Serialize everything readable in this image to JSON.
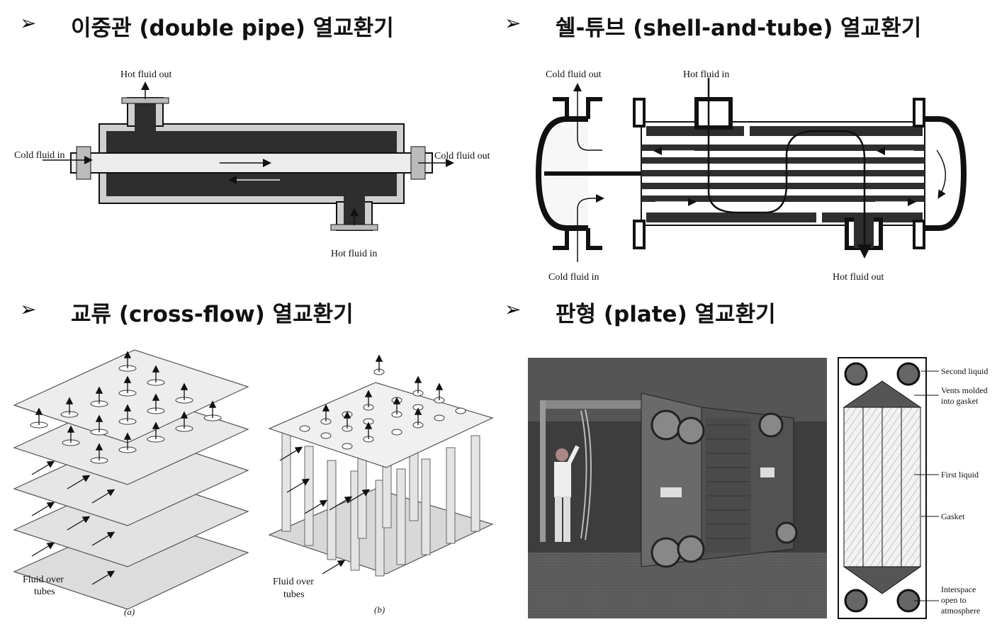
{
  "headings": {
    "double_pipe": "이중관 (double pipe) 열교환기",
    "shell_tube": "쉘-튜브 (shell-and-tube) 열교환기",
    "cross_flow": "교류 (cross-flow) 열교환기",
    "plate": "판형 (plate) 열교환기"
  },
  "bullet": "➢",
  "double_pipe": {
    "hot_out": "Hot fluid out",
    "hot_in": "Hot fluid in",
    "cold_in": "Cold fluid in",
    "cold_out": "Cold fluid out"
  },
  "shell_tube": {
    "cold_out": "Cold fluid out",
    "hot_in": "Hot fluid in",
    "cold_in": "Cold fluid in",
    "hot_out": "Hot fluid out"
  },
  "cross_flow": {
    "label_a": "Fluid over",
    "label_a2": "tubes",
    "label_b": "Fluid over",
    "label_b2": "tubes",
    "fig_a": "(a)",
    "fig_b": "(b)"
  },
  "plate": {
    "second_liquid": "Second liquid",
    "vents_1": "Vents molded",
    "vents_2": "into gasket",
    "first_liquid": "First liquid",
    "gasket": "Gasket",
    "interspace_1": "Interspace",
    "interspace_2": "open to",
    "interspace_3": "atmosphere"
  },
  "colors": {
    "dark_fluid": "#2a2a2a",
    "light_fluid": "#e6e6e6",
    "plate_gray": "#d8d8d8"
  }
}
